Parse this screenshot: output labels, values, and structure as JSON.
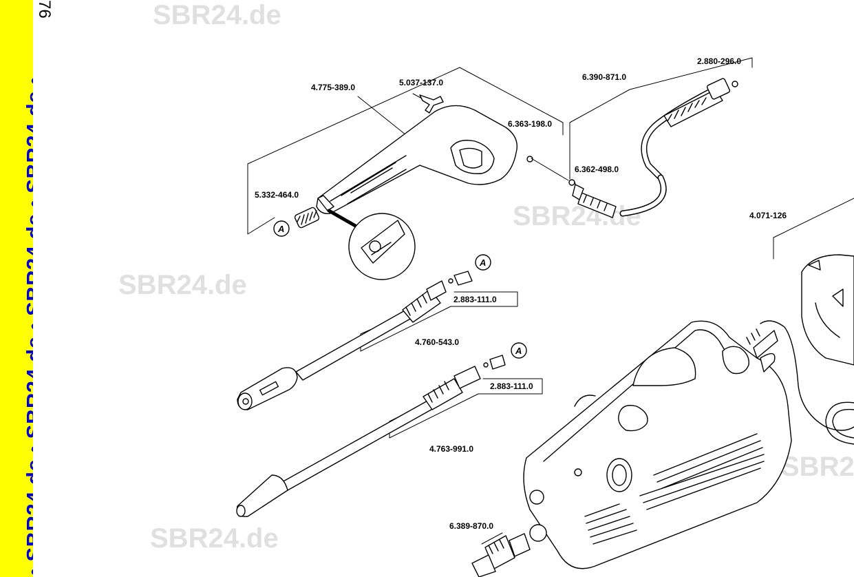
{
  "sidebar": {
    "text": "• SBR24.de • SBR24.de • SBR24.de • SBR24.de •"
  },
  "page_number": "76",
  "watermarks": [
    "SBR24.de",
    "SBR24.de",
    "SBR24.de",
    "SBR24.de",
    "SBR24.de"
  ],
  "parts": {
    "gun_housing": "4.775-389.0",
    "clip": "5.037-137.0",
    "o_ring_a": "6.363-198.0",
    "hose": "6.390-871.0",
    "o_ring_b": "2.880-296.0",
    "connector": "6.362-498.0",
    "spring": "5.332-464.0",
    "pump_unit": "4.071-126",
    "seal_set_1": "2.883-111.0",
    "spray_lance_1": "4.760-543.0",
    "seal_set_2": "2.883-111.0",
    "spray_lance_2": "4.763-991.0",
    "garden_hose_adapter": "6.389-870.0"
  },
  "callout_letter": "A",
  "colors": {
    "sidebar_bg": "#ffff00",
    "sidebar_text": "#0000d8",
    "watermark": "#e0e0e0"
  }
}
